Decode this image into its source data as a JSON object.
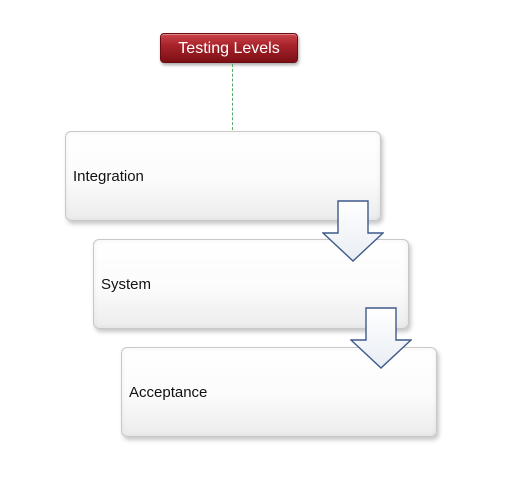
{
  "title": "Testing Levels",
  "levels": [
    {
      "label": "Integration"
    },
    {
      "label": "System"
    },
    {
      "label": "Acceptance"
    }
  ],
  "colors": {
    "title_fill": "#a8232a",
    "title_text": "#ffffff",
    "connector": "#5aa868",
    "arrow_stroke": "#3e5a8a",
    "box_border": "#c8c8c8"
  }
}
